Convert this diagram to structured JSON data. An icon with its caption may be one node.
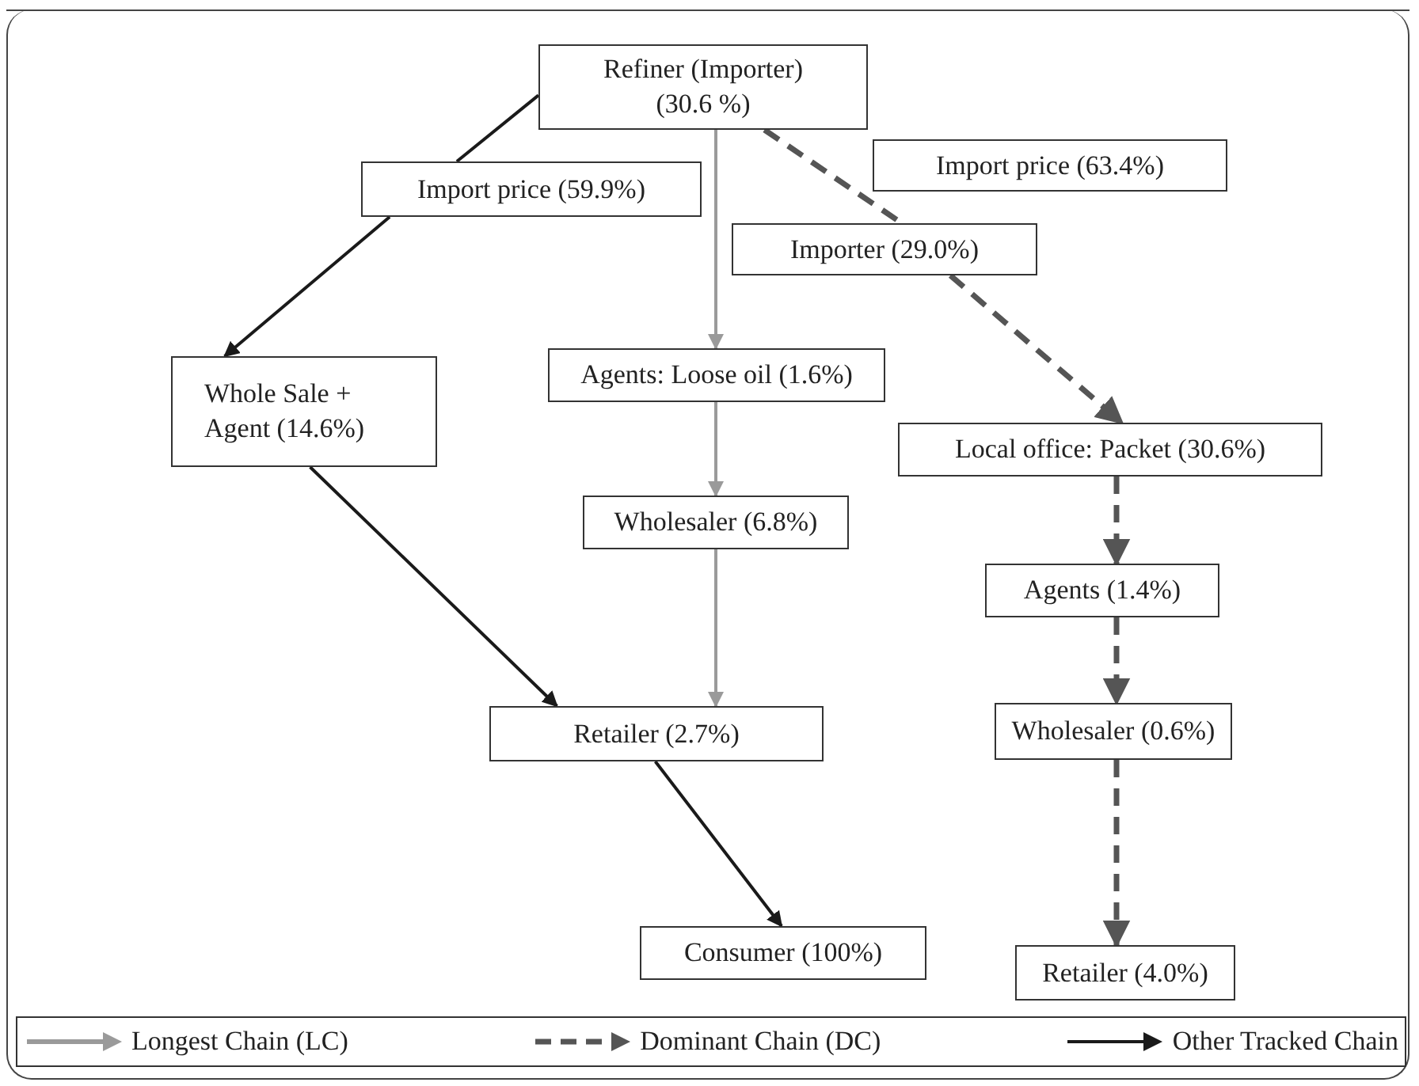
{
  "diagram": {
    "nodes": [
      {
        "text": [
          "Refiner (Importer) (30.6 %)"
        ]
      },
      {
        "text": [
          "Import price (59.9%)"
        ]
      },
      {
        "text": [
          "Import price (63.4%)"
        ]
      },
      {
        "text": [
          "Importer (29.0%)"
        ]
      },
      {
        "text": [
          "Whole Sale + Agent (14.6%)"
        ]
      },
      {
        "text": [
          "Agents: Loose oil (1.6%)"
        ]
      },
      {
        "text": [
          "Local office: Packet (30.6%)"
        ]
      },
      {
        "text": [
          "Wholesaler (6.8%)"
        ]
      },
      {
        "text": [
          "Agents (1.4%)"
        ]
      },
      {
        "text": [
          "Retailer (2.7%)"
        ]
      },
      {
        "text": [
          "Wholesaler (0.6%)"
        ]
      },
      {
        "text": [
          "Consumer (100%)"
        ]
      },
      {
        "text": [
          "Retailer (4.0%)"
        ]
      }
    ],
    "edges": [
      {
        "from": 0,
        "to": 1,
        "arrow": "none",
        "color": "#1a1a1a"
      },
      {
        "from": 1,
        "to": 4,
        "arrow": "to",
        "color": "#1a1a1a"
      },
      {
        "from": 0,
        "to": 5,
        "arrow": "to",
        "color": "#9a9a9a"
      },
      {
        "from": 5,
        "to": 7,
        "arrow": "to",
        "color": "#9a9a9a"
      },
      {
        "from": 7,
        "to": 9,
        "arrow": "to",
        "color": "#9a9a9a"
      },
      {
        "from": 4,
        "to": 9,
        "arrow": "to",
        "color": "#1a1a1a"
      },
      {
        "from": 9,
        "to": 11,
        "arrow": "to",
        "color": "#1a1a1a"
      },
      {
        "from": 0,
        "to": 3,
        "arrow": "none",
        "style": "dashed",
        "color": "#555555"
      },
      {
        "from": 3,
        "to": 6,
        "arrow": "to",
        "style": "dashed",
        "color": "#555555"
      },
      {
        "from": 6,
        "to": 8,
        "arrow": "to",
        "style": "dashed",
        "color": "#555555"
      },
      {
        "from": 8,
        "to": 10,
        "arrow": "to",
        "style": "dashed",
        "color": "#555555"
      },
      {
        "from": 10,
        "to": 12,
        "arrow": "to",
        "style": "dashed",
        "color": "#555555"
      }
    ],
    "legend": [
      {
        "text": "Longest Chain (LC)"
      },
      {
        "text": "Dominant Chain (DC)"
      },
      {
        "text": "Other Tracked Chain"
      }
    ]
  }
}
